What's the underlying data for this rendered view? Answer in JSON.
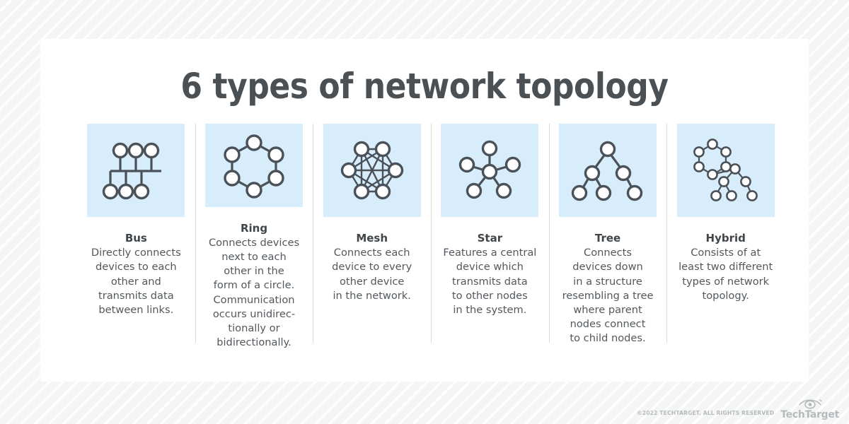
{
  "page": {
    "title": "6 types of network topology",
    "background_pattern": "diagonal-stripes",
    "card_background": "#ffffff",
    "panel_color": "#d7edfb",
    "ink_color": "#4b5158",
    "title_color": "#4b5055"
  },
  "columns": [
    {
      "id": "bus",
      "name": "Bus",
      "description": "Directly connects\ndevices to each\nother and\ntransmits data\nbetween links.",
      "diagram": "bus-topology-diagram",
      "nodes": 6
    },
    {
      "id": "ring",
      "name": "Ring",
      "description": "Connects devices\nnext to each\nother in the\nform of a circle.\nCommunication\noccurs unidirec-\ntionally or\nbidirectionally.",
      "diagram": "ring-topology-diagram",
      "nodes": 6
    },
    {
      "id": "mesh",
      "name": "Mesh",
      "description": "Connects each\ndevice to every\nother device\nin the network.",
      "diagram": "mesh-topology-diagram",
      "nodes": 6
    },
    {
      "id": "star",
      "name": "Star",
      "description": "Features a central\ndevice which\ntransmits data\nto other nodes\nin the system.",
      "diagram": "star-topology-diagram",
      "nodes": 6
    },
    {
      "id": "tree",
      "name": "Tree",
      "description": "Connects\ndevices down\nin a structure\nresembling a tree\nwhere parent\nnodes connect\nto child nodes.",
      "diagram": "tree-topology-diagram",
      "nodes": 6
    },
    {
      "id": "hybrid",
      "name": "Hybrid",
      "description": "Consists of at\nleast two different\ntypes of network\ntopology.",
      "diagram": "hybrid-topology-diagram",
      "nodes": 13
    }
  ],
  "footer": {
    "copyright": "©2022 TECHTARGET. ALL RIGHTS RESERVED",
    "logo_text": "TechTarget",
    "logo_icon": "eye-icon"
  }
}
